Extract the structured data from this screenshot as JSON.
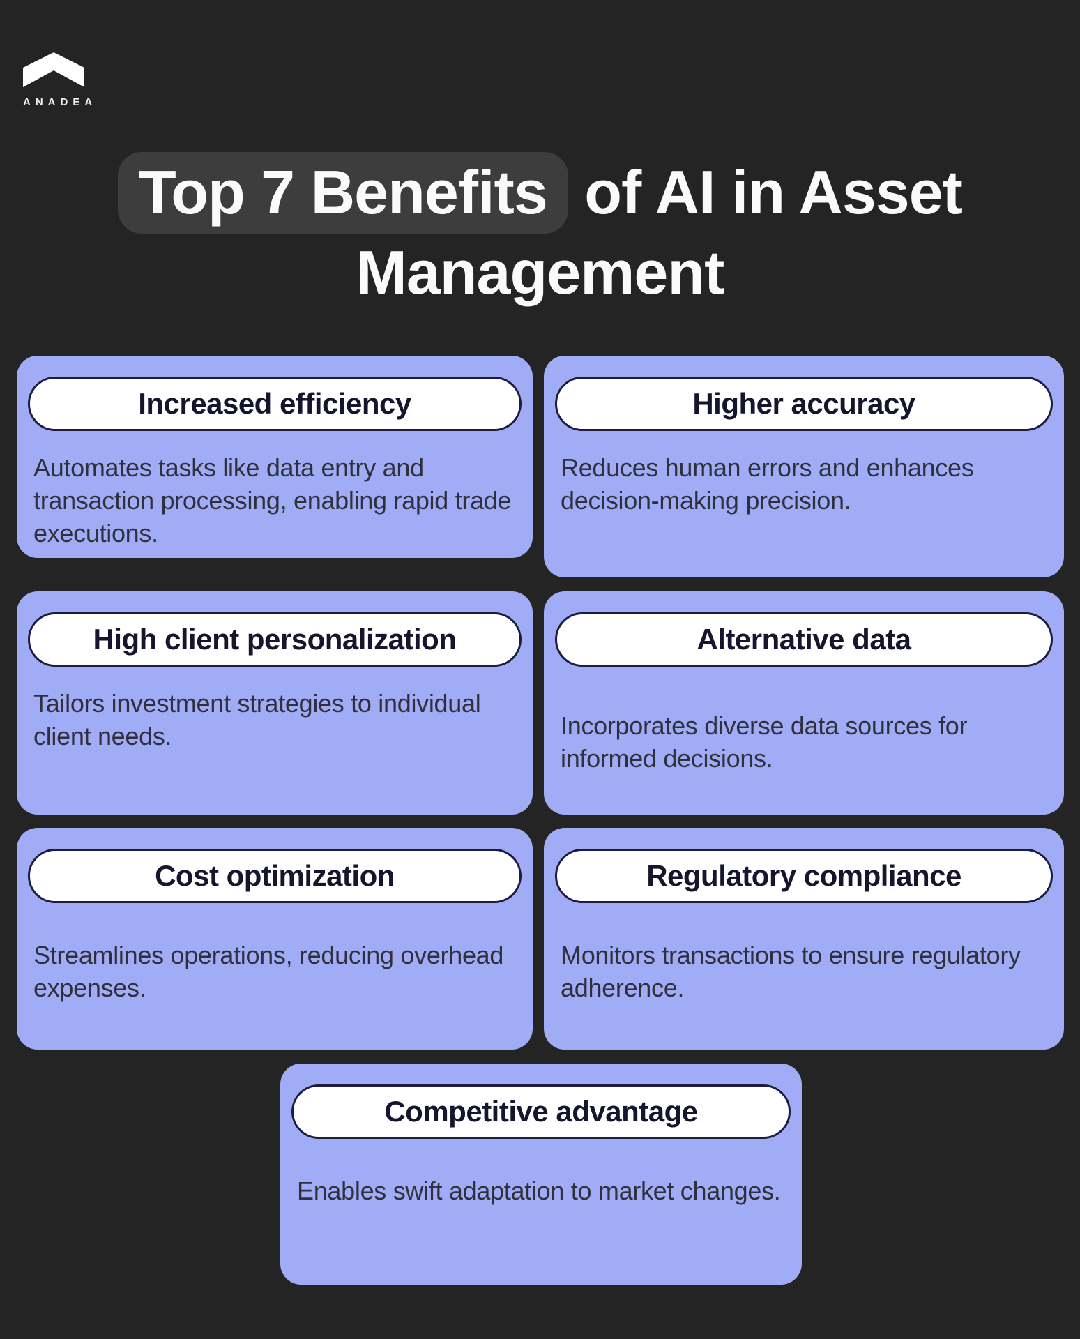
{
  "logo": {
    "brand": "ANADEA",
    "icon": "chevron-roof-logo-icon"
  },
  "title": {
    "highlight": "Top 7 Benefits",
    "rest_line1": " of AI in Asset",
    "line2": "Management"
  },
  "colors": {
    "background": "#242424",
    "card": "#a0acf6",
    "pill": "#ffffff",
    "pill_border": "#1d1b3e",
    "title_highlight_bg": "#3d3d3d",
    "title_text": "#fafafa",
    "heading_text": "#15152e",
    "body_text": "#30303c"
  },
  "cards": [
    {
      "title": "Increased efficiency",
      "description": "Automates tasks like data entry and transaction processing, enabling rapid trade executions."
    },
    {
      "title": "Higher accuracy",
      "description": "Reduces human errors and enhances decision-making precision."
    },
    {
      "title": "High client personalization",
      "description": "Tailors investment strategies to individual client needs."
    },
    {
      "title": "Alternative data",
      "description": "Incorporates diverse data sources for informed decisions."
    },
    {
      "title": "Cost optimization",
      "description": "Streamlines operations, reducing overhead expenses."
    },
    {
      "title": "Regulatory compliance",
      "description": "Monitors transactions to ensure regulatory adherence."
    },
    {
      "title": "Competitive advantage",
      "description": "Enables swift adaptation to market changes."
    }
  ]
}
